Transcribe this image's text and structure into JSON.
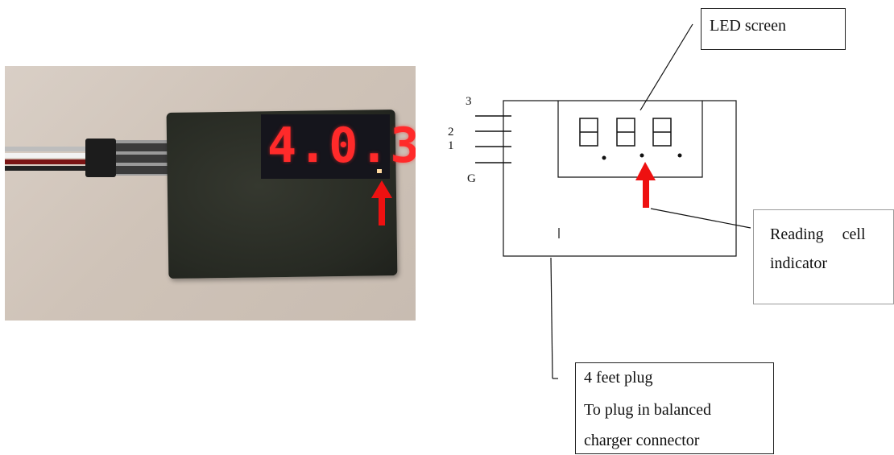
{
  "photo": {
    "display_value": "4.0.3."
  },
  "diagram": {
    "pin_labels": [
      "3",
      "2",
      "1",
      "G"
    ],
    "led_label": "LED screen",
    "indicator_label_line1": "Reading cell",
    "indicator_label_line2": "indicator",
    "plug_label_line1": "4 feet plug",
    "plug_label_line2": "To plug in balanced",
    "plug_label_line3": "charger connector"
  },
  "colors": {
    "indicator_arrow": "#ee1111",
    "led_digits": "#ff2a2a"
  }
}
